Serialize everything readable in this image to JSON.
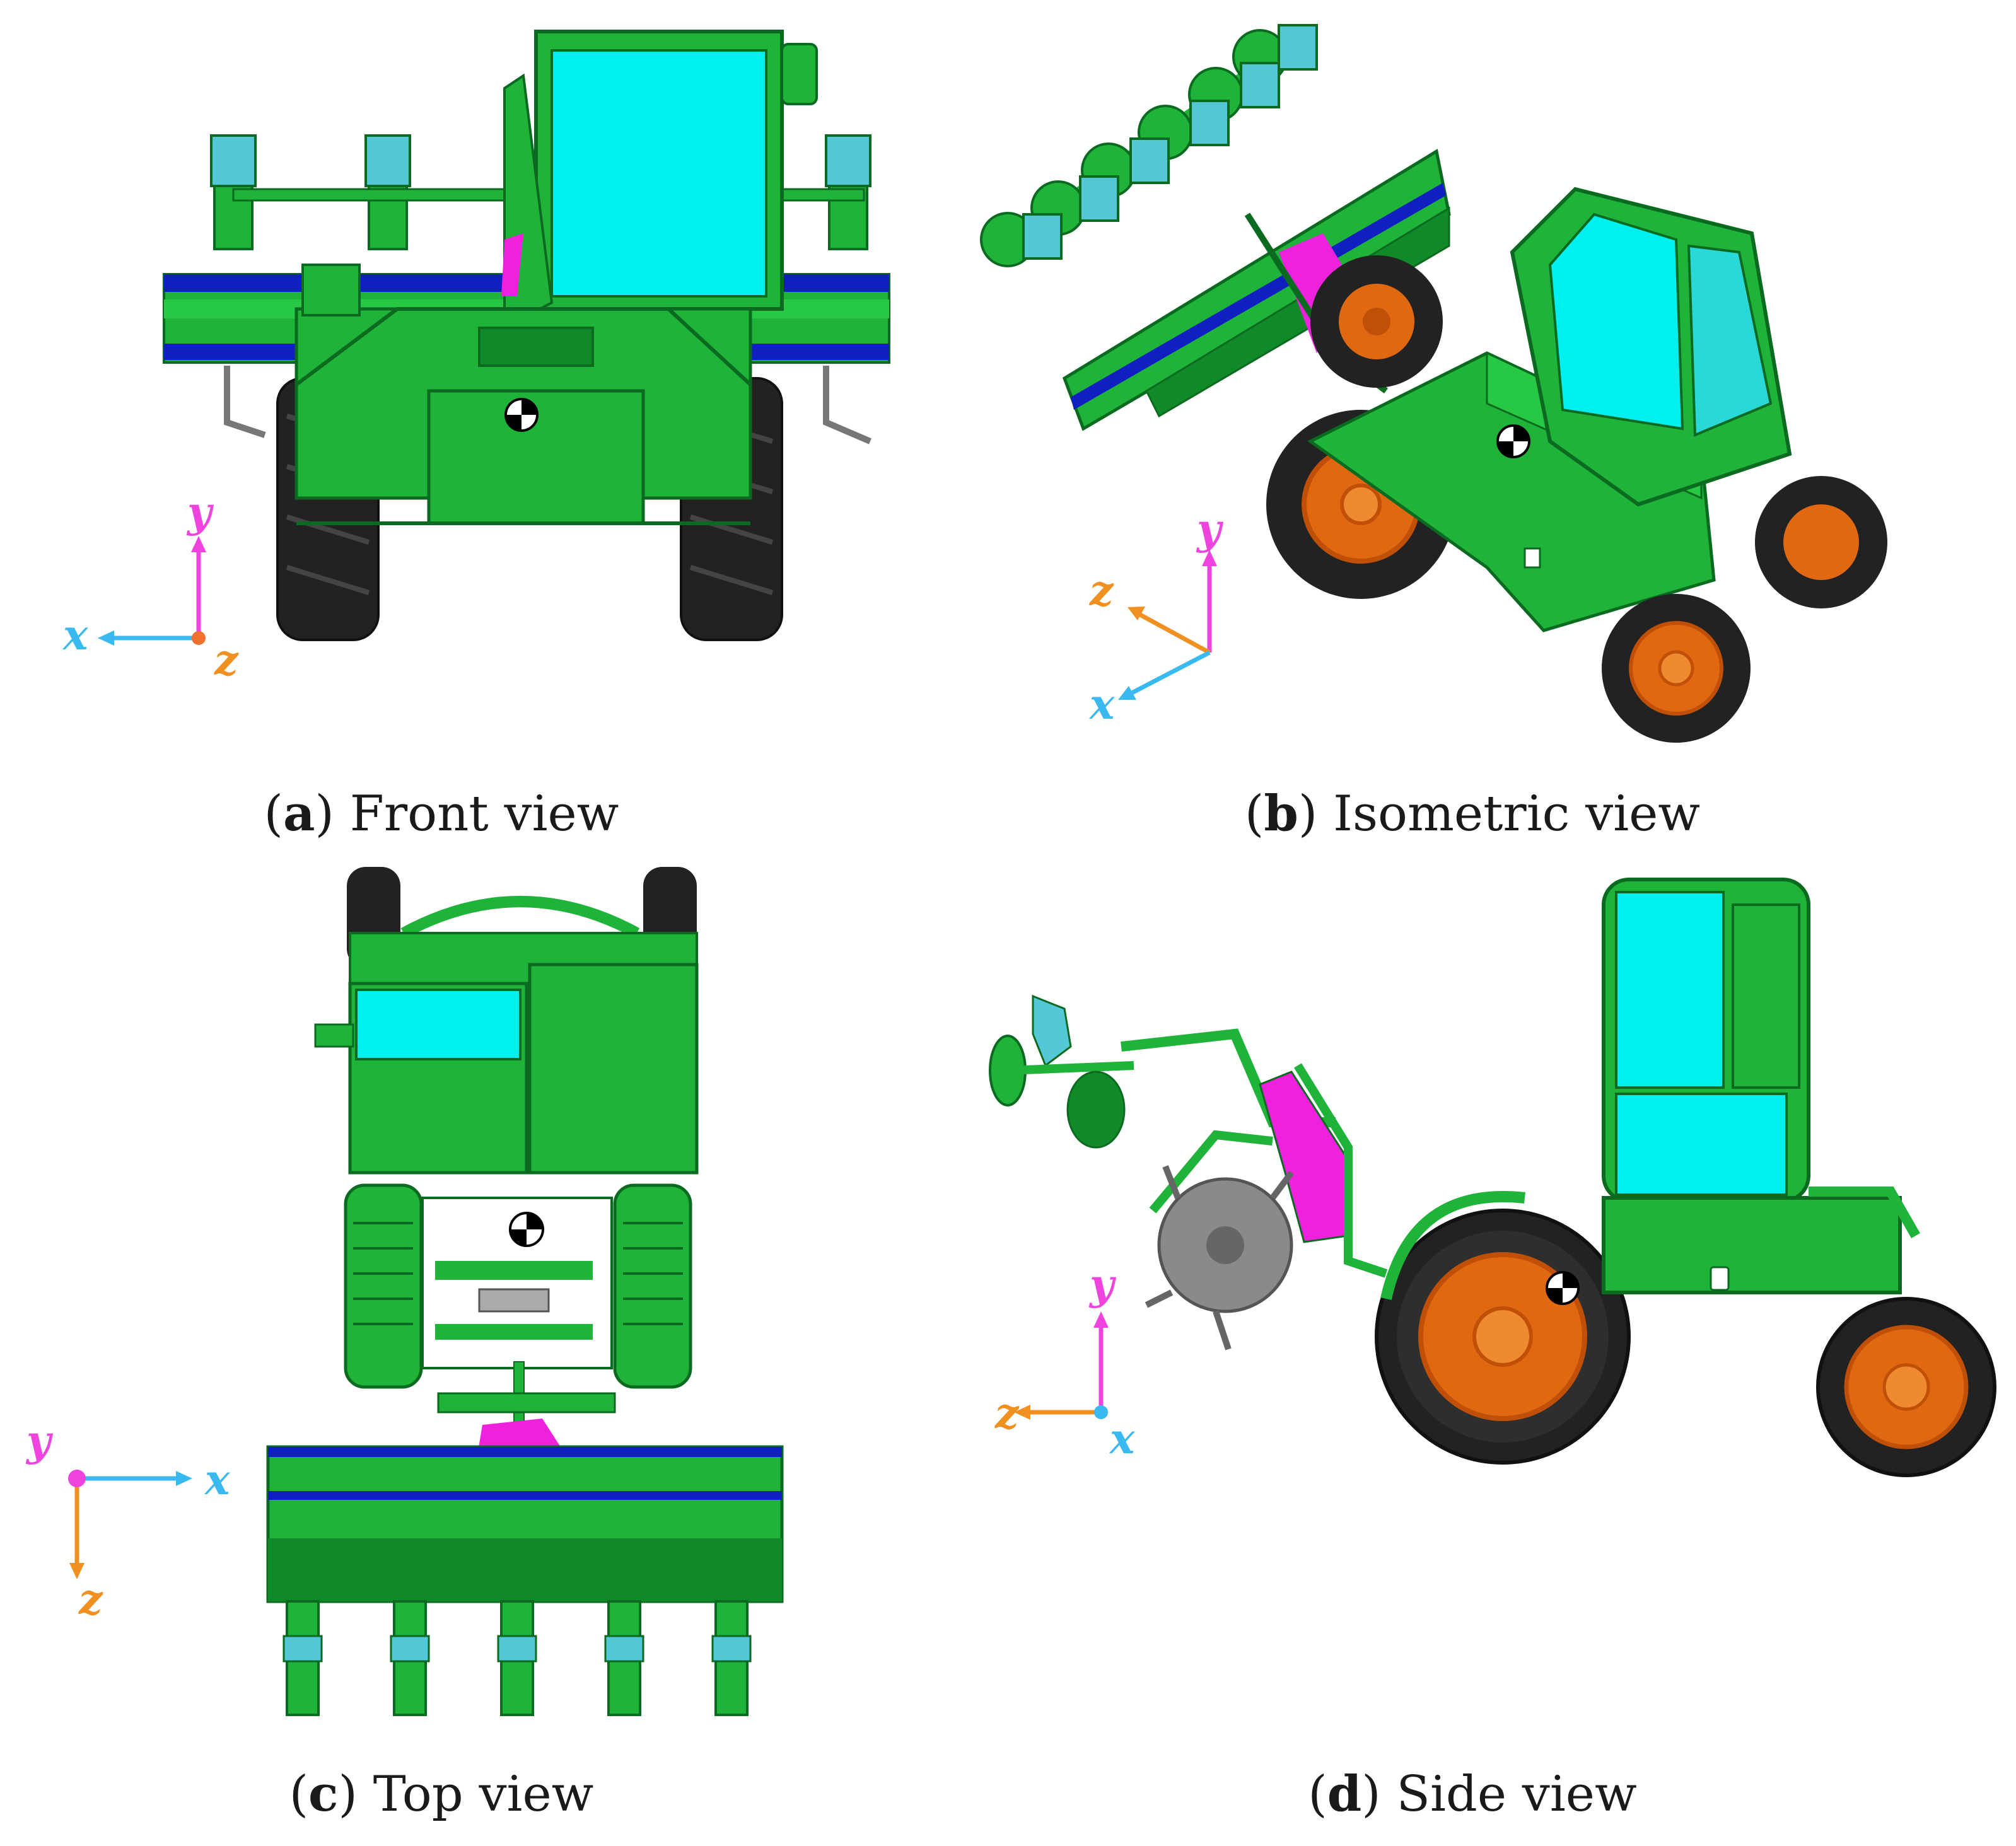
{
  "colors": {
    "body": "#1fb33a",
    "body_dark": "#108a28",
    "glass": "#00f0f0",
    "tire": "#222222",
    "tire_tread": "#3a3a3a",
    "rim": "#e06810",
    "rim_light": "#f08a30",
    "magenta": "#ee22dd",
    "blue_stripe": "#1020c0",
    "seeder": "#55c8d8",
    "tiller": "#8a8a8a",
    "axis_x": "#3ab8f0",
    "axis_y": "#ee44dd",
    "axis_z": "#f09020"
  },
  "panels": [
    {
      "id": "a",
      "letter": "a",
      "caption": "Front view"
    },
    {
      "id": "b",
      "letter": "b",
      "caption": "Isometric view"
    },
    {
      "id": "c",
      "letter": "c",
      "caption": "Top view"
    },
    {
      "id": "d",
      "letter": "d",
      "caption": "Side view"
    }
  ],
  "axes": {
    "x": "x",
    "y": "y",
    "z": "z"
  }
}
